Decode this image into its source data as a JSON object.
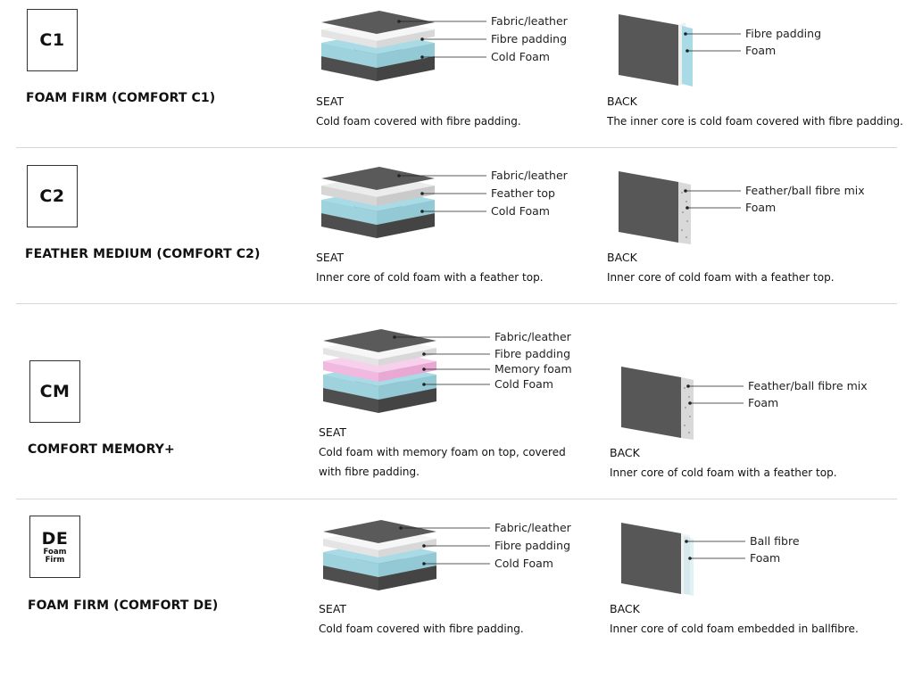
{
  "rows": [
    {
      "badge": {
        "code": "C1",
        "sub": ""
      },
      "title": "FOAM FIRM (COMFORT C1)",
      "seat": {
        "heading": "SEAT",
        "description": "Cold foam covered with fibre padding.",
        "layers": [
          "Fabric/leather",
          "Fibre padding",
          "Cold Foam"
        ]
      },
      "back": {
        "heading": "BACK",
        "description": "The inner core is cold foam covered with fibre padding.",
        "layers": [
          "Fibre padding",
          "Foam"
        ]
      }
    },
    {
      "badge": {
        "code": "C2",
        "sub": ""
      },
      "title": "FEATHER MEDIUM (COMFORT C2)",
      "seat": {
        "heading": "SEAT",
        "description": "Inner core of cold foam with a feather top.",
        "layers": [
          "Fabric/leather",
          "Feather top",
          "Cold Foam"
        ]
      },
      "back": {
        "heading": "BACK",
        "description": "Inner core of cold foam with a feather top.",
        "layers": [
          "Feather/ball fibre mix",
          "Foam"
        ]
      }
    },
    {
      "badge": {
        "code": "CM",
        "sub": ""
      },
      "title": "COMFORT MEMORY+",
      "seat": {
        "heading": "SEAT",
        "description": "Cold foam with memory foam on top, covered with fibre padding.",
        "layers": [
          "Fabric/leather",
          "Fibre padding",
          "Memory foam",
          "Cold Foam"
        ]
      },
      "back": {
        "heading": "BACK",
        "description": "Inner core of cold foam with a feather top.",
        "layers": [
          "Feather/ball fibre mix",
          "Foam"
        ]
      }
    },
    {
      "badge": {
        "code": "DE",
        "sub": "Foam Firm"
      },
      "title": "FOAM FIRM (COMFORT DE)",
      "seat": {
        "heading": "SEAT",
        "description": "Cold foam covered with fibre padding.",
        "layers": [
          "Fabric/leather",
          "Fibre padding",
          "Cold Foam"
        ]
      },
      "back": {
        "heading": "BACK",
        "description": "Inner core of cold foam embedded in ballfibre.",
        "layers": [
          "Ball fibre",
          "Foam"
        ]
      }
    }
  ],
  "colors": {
    "fabric": "#5a5a5a",
    "fibre": "#e4e4e4",
    "feather": "#d6d6d6",
    "memory": "#f1b9df",
    "cold_foam": "#a8dbe5",
    "back_body": "#575757"
  }
}
